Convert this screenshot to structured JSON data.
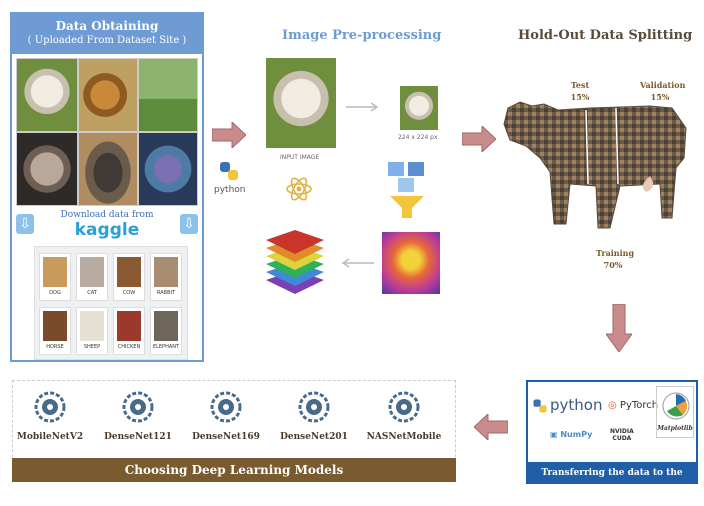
{
  "panel_obtain": {
    "title": "Data Obtaining",
    "subtitle": "( Uploaded From Dataset Site )",
    "download_text": "Download data from",
    "kaggle": "kaggle",
    "classes": [
      "DOG",
      "CAT",
      "COW",
      "RABBIT",
      "HORSE",
      "SHEEP",
      "CHICKEN",
      "ELEPHANT"
    ]
  },
  "panel_preprocess": {
    "title": "Image Pre-processing",
    "input_label": "INPUT IMAGE",
    "size_label": "224 x 224 px",
    "python_label": "python"
  },
  "panel_split": {
    "title": "Hold-Out Data Splitting",
    "test": "Test",
    "test_pct": "15%",
    "validation": "Validation",
    "validation_pct": "15%",
    "training": "Training",
    "training_pct": "70%"
  },
  "panel_models": {
    "models": [
      "MobileNetV2",
      "DenseNet121",
      "DenseNet169",
      "DenseNet201",
      "NASNetMobile"
    ],
    "bar_title": "Choosing Deep Learning Models"
  },
  "panel_platform": {
    "python": "python",
    "pytorch": "PyTorch",
    "numpy": "NumPy",
    "nvidia": "NVIDIA",
    "cuda": "CUDA",
    "matplotlib": "Matplotlib",
    "bar_title": "Transferring the data to the working platform"
  },
  "colors": {
    "blue": "#6f9bd5",
    "brown": "#7a5a2f",
    "arrow": "#c98b8b",
    "platform": "#1f5fa8"
  }
}
